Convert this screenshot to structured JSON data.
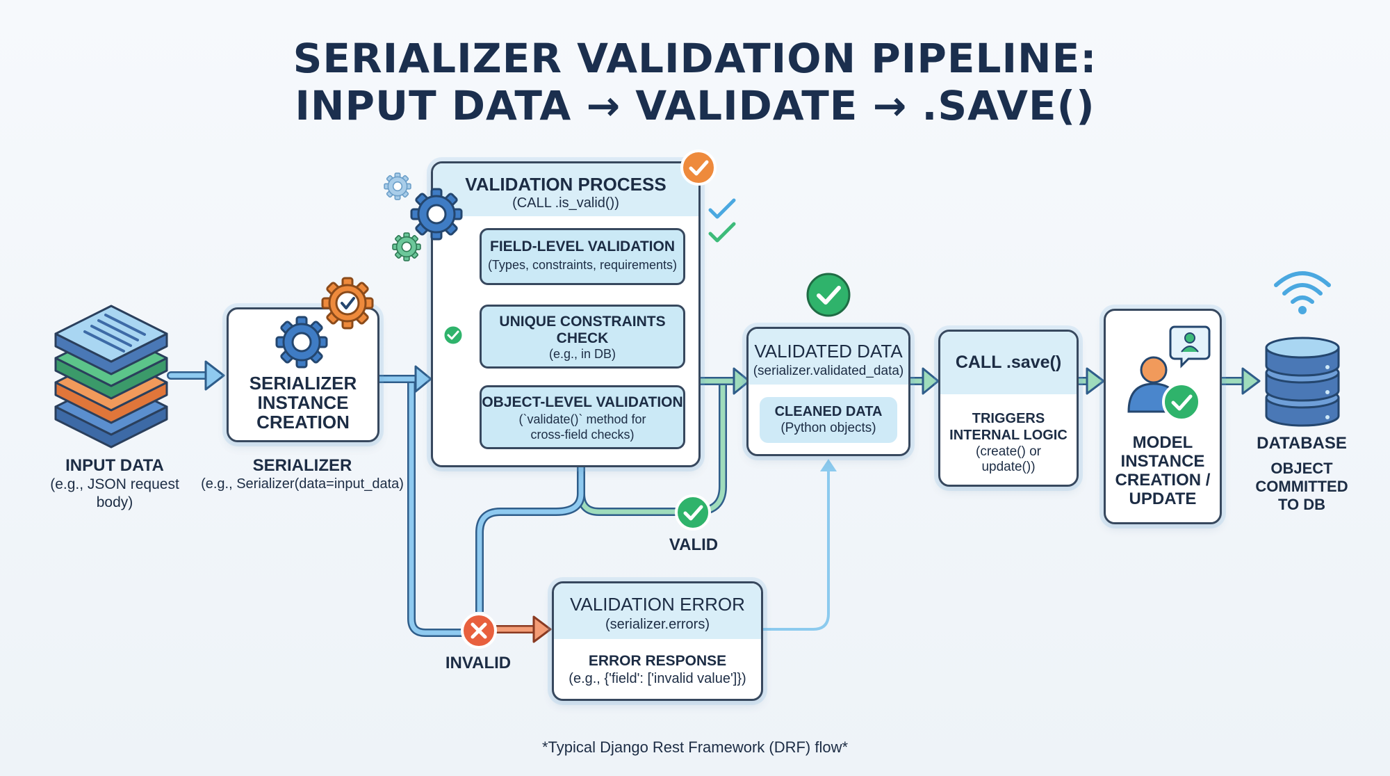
{
  "title": {
    "line1": "SERIALIZER VALIDATION PIPELINE:",
    "line2": "INPUT DATA → VALIDATE → .SAVE()"
  },
  "input": {
    "title": "INPUT DATA",
    "sub1": "(e.g., JSON request",
    "sub2": "body)"
  },
  "serializer": {
    "box_l1": "SERIALIZER",
    "box_l2": "INSTANCE",
    "box_l3": "CREATION",
    "title": "SERIALIZER",
    "sub": "(e.g., Serializer(data=input_data)"
  },
  "process": {
    "title": "VALIDATION PROCESS",
    "sub": "(CALL .is_valid())",
    "field": {
      "title": "FIELD-LEVEL VALIDATION",
      "sub": "(Types, constraints, requirements)"
    },
    "unique": {
      "title1": "UNIQUE CONSTRAINTS",
      "title2": "CHECK",
      "sub": "(e.g., in DB)"
    },
    "object": {
      "title": "OBJECT-LEVEL VALIDATION",
      "sub1": "(`validate()` method for",
      "sub2": "cross-field checks)"
    }
  },
  "valid_label": "VALID",
  "invalid_label": "INVALID",
  "validated": {
    "title": "VALIDATED DATA",
    "sub": "(serializer.validated_data)",
    "inner_title": "CLEANED DATA",
    "inner_sub": "(Python objects)"
  },
  "save": {
    "title": "CALL .save()",
    "l1": "TRIGGERS",
    "l2": "INTERNAL LOGIC",
    "s1": "(create() or",
    "s2": "update())"
  },
  "model": {
    "l1": "MODEL",
    "l2": "INSTANCE",
    "l3": "CREATION /",
    "l4": "UPDATE"
  },
  "database": {
    "title": "DATABASE",
    "l1": "OBJECT",
    "l2": "COMMITTED",
    "l3": "TO DB"
  },
  "error": {
    "title": "VALIDATION ERROR",
    "sub": "(serializer.errors)",
    "resp_title": "ERROR RESPONSE",
    "resp_sub": "(e.g., {'field': ['invalid value']})"
  },
  "footnote": "*Typical Django Rest Framework (DRF) flow*",
  "colors": {
    "blue_flow": "#6fb4df",
    "green_flow": "#5cc48a",
    "orange_flow": "#ee8a5c",
    "check_green": "#2fb36b",
    "error_red": "#e8603e",
    "gear_blue": "#3f7cc4",
    "gear_orange": "#ee8a3c",
    "dark_text": "#1b2f4e"
  }
}
